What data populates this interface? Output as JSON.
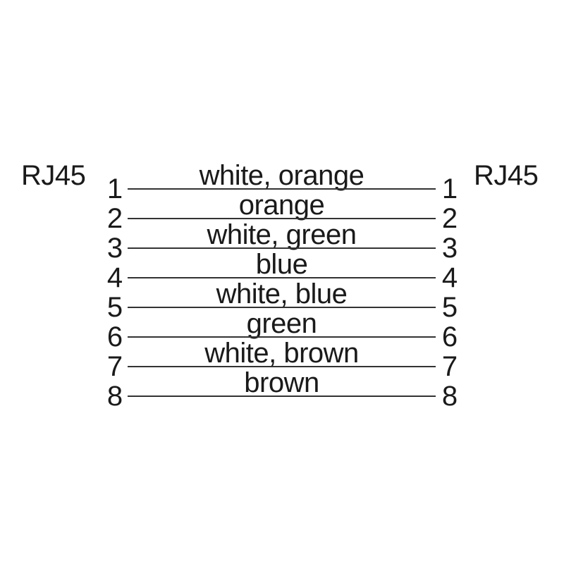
{
  "diagram": {
    "left_connector": "RJ45",
    "right_connector": "RJ45",
    "rows": [
      {
        "left_pin": "1",
        "wire_color": "white, orange",
        "right_pin": "1"
      },
      {
        "left_pin": "2",
        "wire_color": "orange",
        "right_pin": "2"
      },
      {
        "left_pin": "3",
        "wire_color": "white, green",
        "right_pin": "3"
      },
      {
        "left_pin": "4",
        "wire_color": "blue",
        "right_pin": "4"
      },
      {
        "left_pin": "5",
        "wire_color": "white, blue",
        "right_pin": "5"
      },
      {
        "left_pin": "6",
        "wire_color": "green",
        "right_pin": "6"
      },
      {
        "left_pin": "7",
        "wire_color": "white, brown",
        "right_pin": "7"
      },
      {
        "left_pin": "8",
        "wire_color": "brown",
        "right_pin": "8"
      }
    ],
    "colors": {
      "background": "#ffffff",
      "text": "#1a1a1a",
      "line": "#333333"
    }
  }
}
